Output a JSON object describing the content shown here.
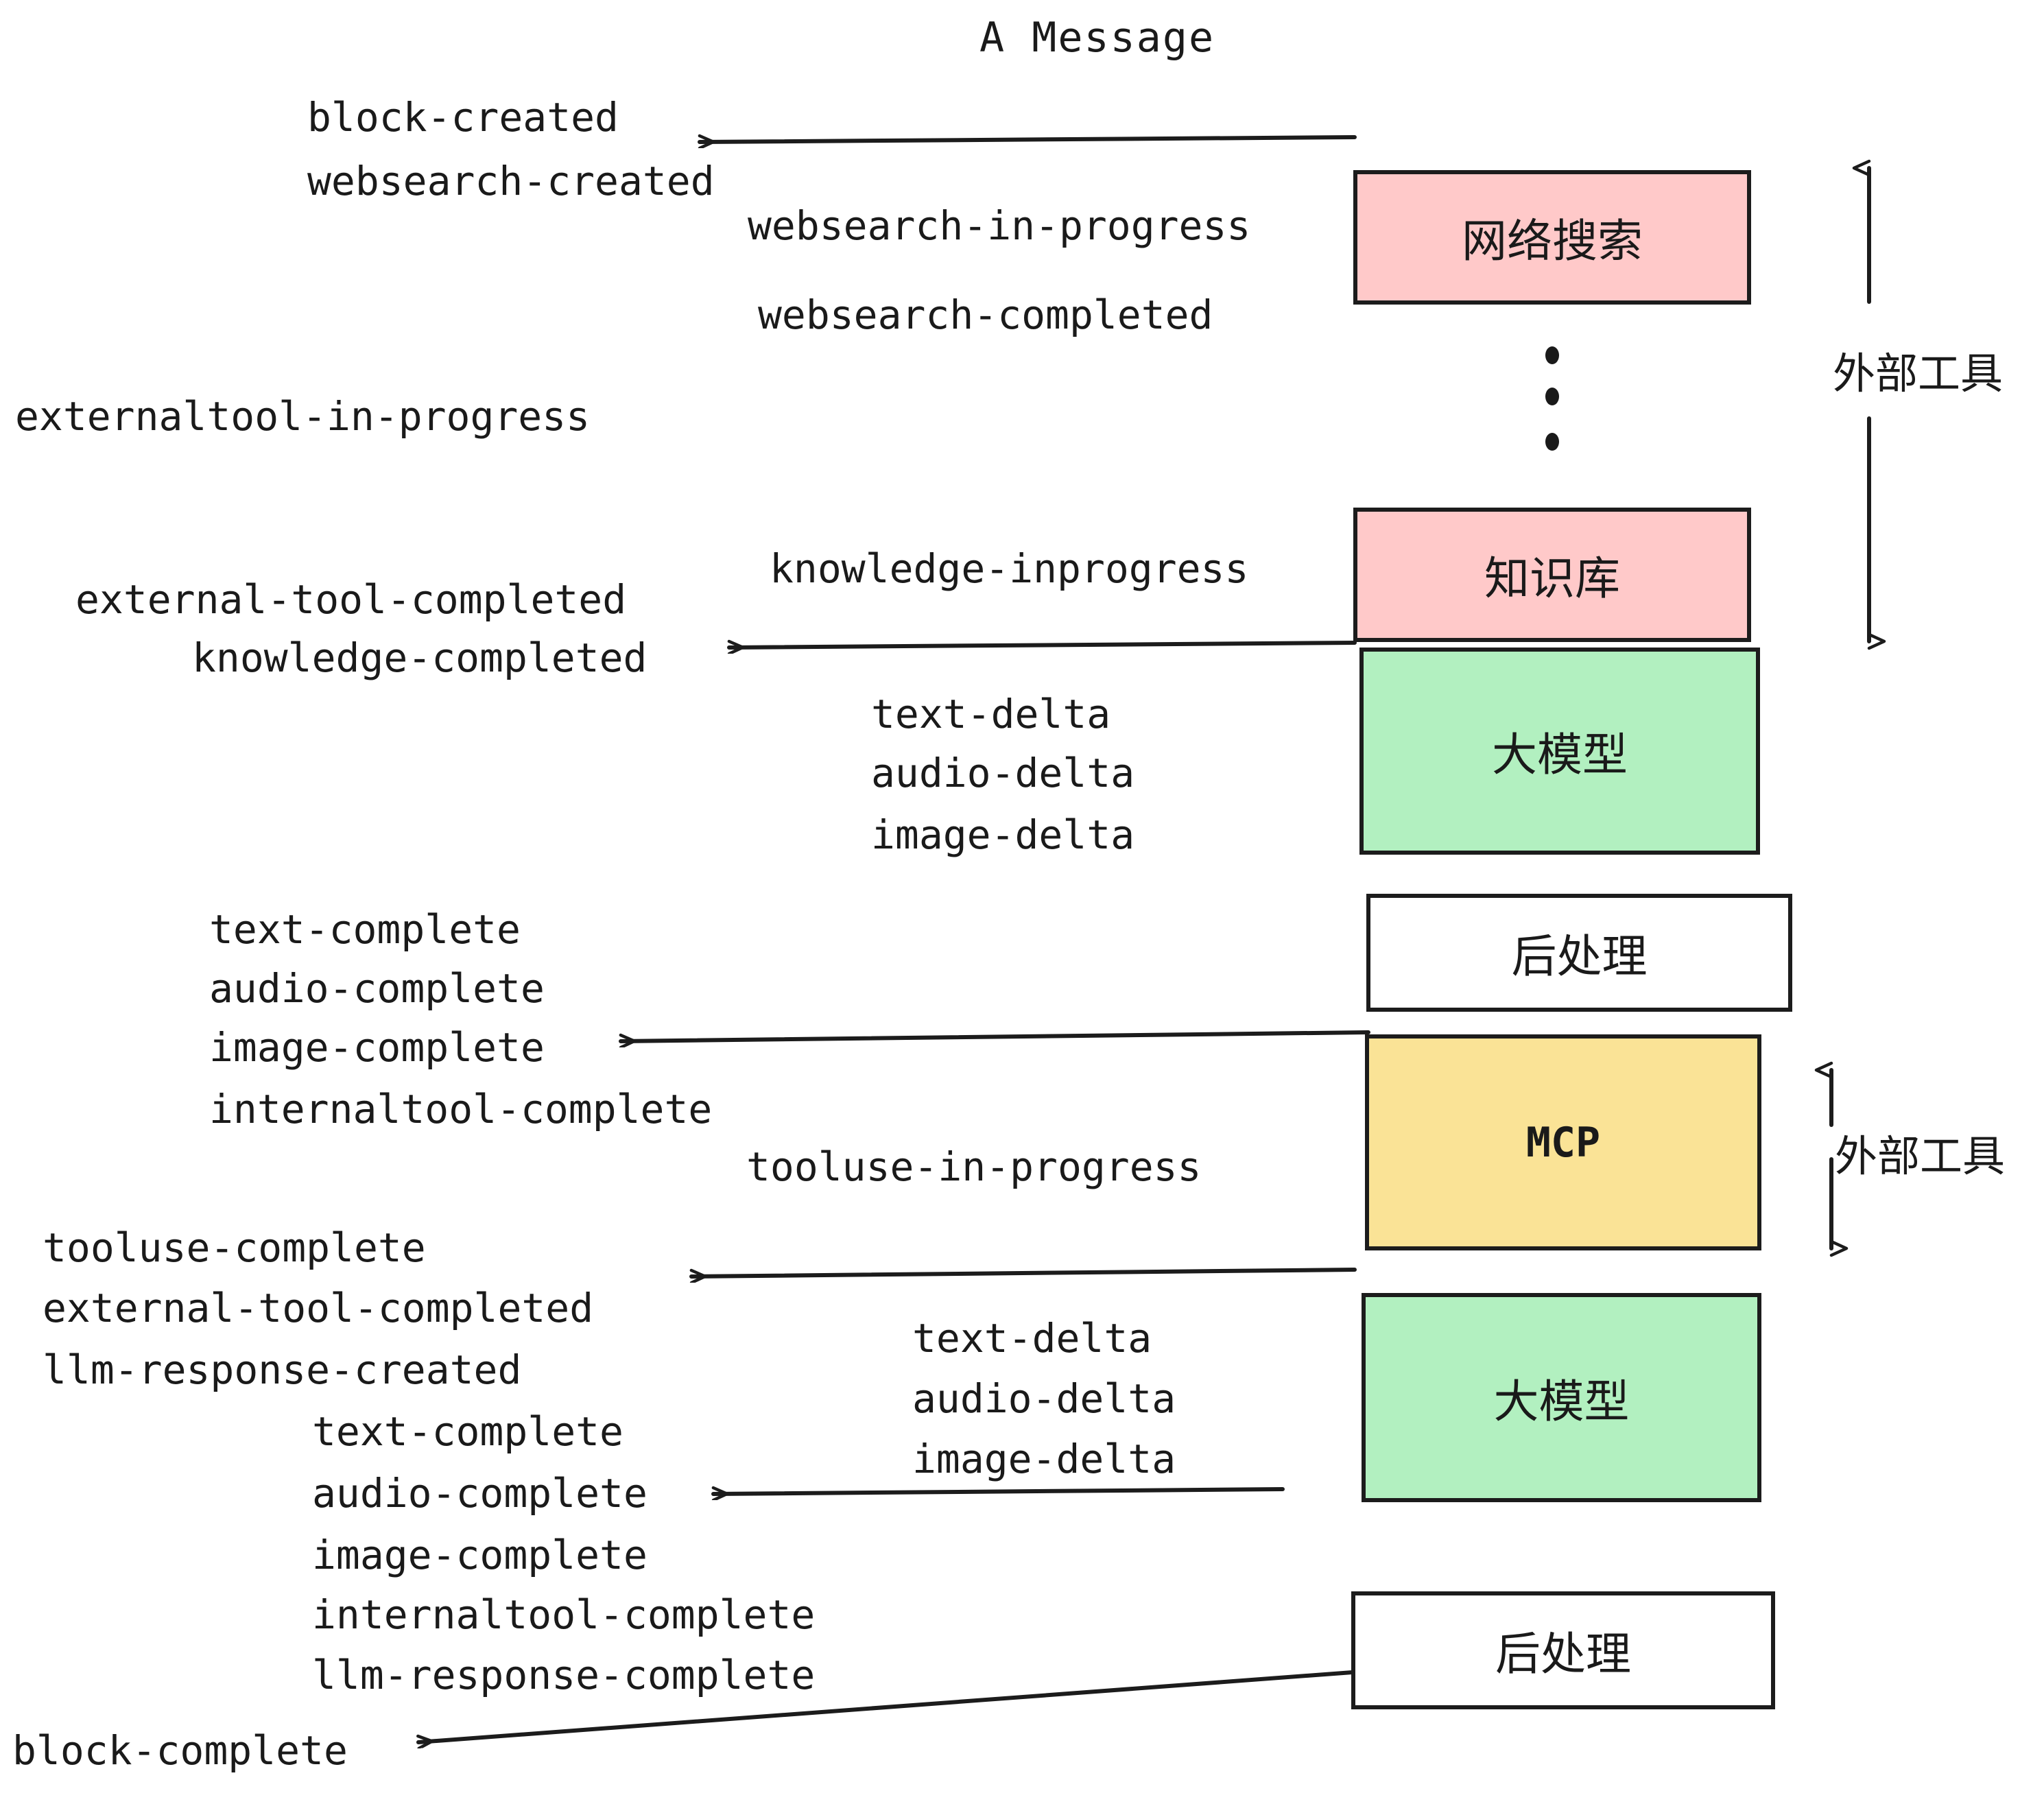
{
  "title": "A Message",
  "nodes": [
    {
      "id": "websearch",
      "label": "网络搜索",
      "color_name": "pink",
      "color": "#ffc9c9"
    },
    {
      "id": "knowledge",
      "label": "知识库",
      "color_name": "pink",
      "color": "#ffc9c9"
    },
    {
      "id": "llm1",
      "label": "大模型",
      "color_name": "green",
      "color": "#b2f0c0"
    },
    {
      "id": "post1",
      "label": "后处理",
      "color_name": "white",
      "color": "#ffffff"
    },
    {
      "id": "mcp",
      "label": "MCP",
      "color_name": "yellow",
      "color": "#fae396"
    },
    {
      "id": "llm2",
      "label": "大模型",
      "color_name": "green",
      "color": "#b2f0c0"
    },
    {
      "id": "post2",
      "label": "后处理",
      "color_name": "white",
      "color": "#ffffff"
    }
  ],
  "side_labels": [
    {
      "id": "ext1",
      "text": "外部工具"
    },
    {
      "id": "ext2",
      "text": "外部工具"
    }
  ],
  "events": [
    {
      "id": "e01",
      "text": "block-created"
    },
    {
      "id": "e02",
      "text": "websearch-created"
    },
    {
      "id": "e03",
      "text": "websearch-in-progress"
    },
    {
      "id": "e04",
      "text": "websearch-completed"
    },
    {
      "id": "e05",
      "text": "externaltool-in-progress"
    },
    {
      "id": "e06",
      "text": "knowledge-inprogress"
    },
    {
      "id": "e07",
      "text": "external-tool-completed"
    },
    {
      "id": "e08",
      "text": "knowledge-completed"
    },
    {
      "id": "e09",
      "text": "text-delta"
    },
    {
      "id": "e10",
      "text": "audio-delta"
    },
    {
      "id": "e11",
      "text": "image-delta"
    },
    {
      "id": "e12",
      "text": "text-complete"
    },
    {
      "id": "e13",
      "text": "audio-complete"
    },
    {
      "id": "e14",
      "text": "image-complete"
    },
    {
      "id": "e15",
      "text": "internaltool-complete"
    },
    {
      "id": "e16",
      "text": "tooluse-in-progress"
    },
    {
      "id": "e17",
      "text": "tooluse-complete"
    },
    {
      "id": "e18",
      "text": "external-tool-completed"
    },
    {
      "id": "e19",
      "text": "llm-response-created"
    },
    {
      "id": "e20",
      "text": "text-delta"
    },
    {
      "id": "e21",
      "text": "audio-delta"
    },
    {
      "id": "e22",
      "text": "image-delta"
    },
    {
      "id": "e23",
      "text": "text-complete"
    },
    {
      "id": "e24",
      "text": "audio-complete"
    },
    {
      "id": "e25",
      "text": "image-complete"
    },
    {
      "id": "e26",
      "text": "internaltool-complete"
    },
    {
      "id": "e27",
      "text": "llm-response-complete"
    },
    {
      "id": "e28",
      "text": "block-complete"
    }
  ],
  "colors": {
    "stroke": "#1c1c1c",
    "text": "#1a1a1a",
    "background": "#ffffff"
  }
}
